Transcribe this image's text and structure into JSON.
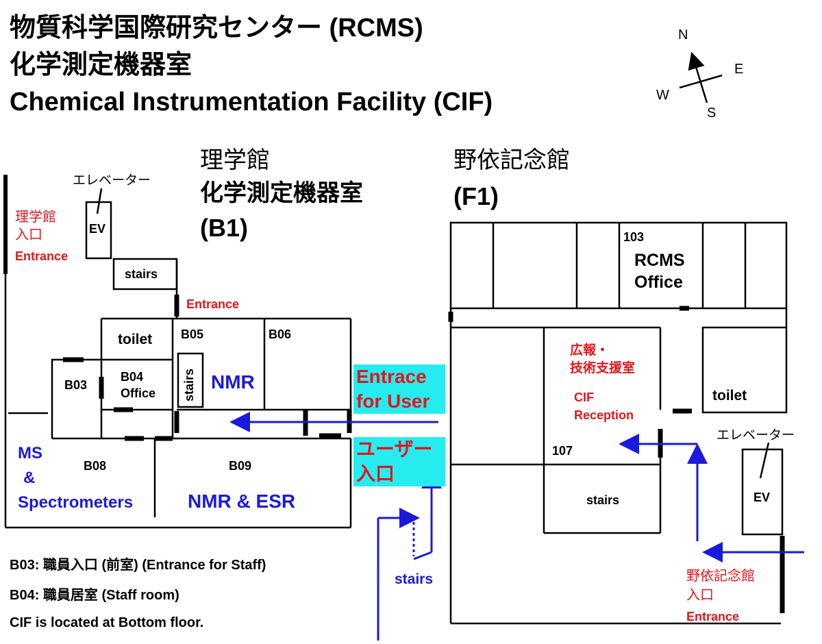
{
  "header": {
    "line1": "物質科学国際研究センター (RCMS)",
    "line2": "化学測定機器室",
    "line3": "Chemical Instrumentation Facility (CIF)"
  },
  "compass": {
    "north": "N",
    "east": "E",
    "south": "S",
    "west": "W"
  },
  "left_building": {
    "name": "理学館",
    "facility": "化学測定機器室",
    "floor": "(B1)",
    "elevator_label": "エレベーター",
    "ev": "EV",
    "entrance_jp_1": "理学館",
    "entrance_jp_2": "入口",
    "entrance_en": "Entrance",
    "inner_entrance": "Entrance",
    "stairs_top": "stairs",
    "stairs_inner": "stairs",
    "rooms": {
      "toilet": "toilet",
      "b05": "B05",
      "b06": "B06",
      "b03": "B03",
      "b04": "B04",
      "b04_office": "Office",
      "nmr": "NMR",
      "ms": "MS",
      "amp": "&",
      "spectrometers": "Spectrometers",
      "b08": "B08",
      "b09": "B09",
      "nmr_esr": "NMR & ESR"
    }
  },
  "user_entrance": {
    "en_line1": "Entrace",
    "en_line2": "for User",
    "jp_line1": "ユーザー",
    "jp_line2": "入口",
    "stairs": "stairs"
  },
  "right_building": {
    "name": "野依記念館",
    "floor": "(F1)",
    "room_103": "103",
    "rcms_1": "RCMS",
    "rcms_2": "Office",
    "pr_1": "広報・",
    "pr_2": "技術支援室",
    "cif_1": "CIF",
    "cif_2": "Reception",
    "room_107": "107",
    "toilet": "toilet",
    "stairs": "stairs",
    "elevator_label": "エレベーター",
    "ev": "EV",
    "entrance_jp_1": "野依記念館",
    "entrance_jp_2": "入口",
    "entrance_en": "Entrance"
  },
  "notes": {
    "b03": "B03: 職員入口 (前室) (Entrance for Staff)",
    "b04": "B04: 職員居室 (Staff room)",
    "cif": "CIF is located at Bottom floor."
  },
  "colors": {
    "red": "#e8141b",
    "blue": "#1a1adc",
    "cyan": "#26ecf0"
  }
}
